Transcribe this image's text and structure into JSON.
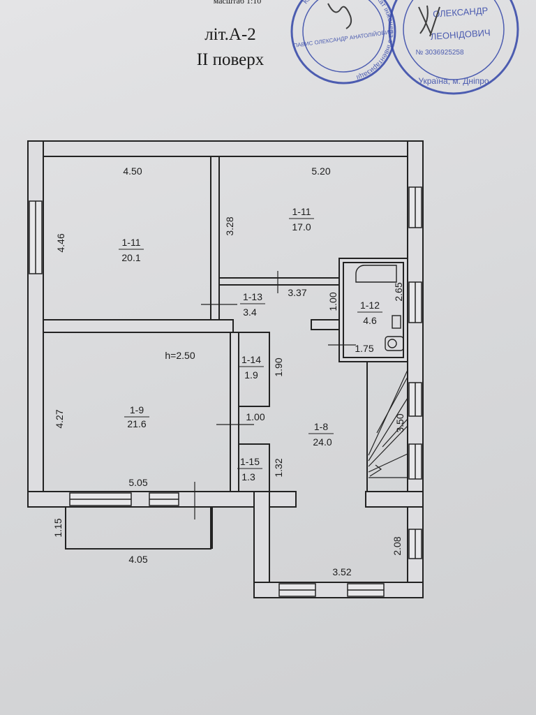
{
  "header": {
    "scale_fragment": "масштаб 1:10",
    "title_line1": "літ.А-2",
    "title_line2": "II поверх"
  },
  "stamps": {
    "left": {
      "ring_text": "Кваліфікаційний сертифікат інженера з інвентаризації",
      "name": "ПАВИС ОЛЕКСАНДР АНАТОЛІЙОВИЧ",
      "color": "#3346a8"
    },
    "right": {
      "name_line1": "ОЛЕКСАНДР",
      "name_line2": "ЛЕОНІДОВИЧ",
      "number": "№ 3036925258",
      "city": "Україна, м. Дніпро",
      "color": "#3346a8"
    }
  },
  "rooms": [
    {
      "id": "1-11",
      "area": "20.1"
    },
    {
      "id": "1-11",
      "area": "17.0"
    },
    {
      "id": "1-13",
      "area": "3.4"
    },
    {
      "id": "1-12",
      "area": "4.6"
    },
    {
      "id": "1-14",
      "area": "1.9"
    },
    {
      "id": "1-9",
      "area": "21.6"
    },
    {
      "id": "1-8",
      "area": "24.0"
    },
    {
      "id": "1-15",
      "area": "1.3"
    }
  ],
  "dimensions": {
    "top_left_width": "4.50",
    "top_right_width": "5.20",
    "left_height_top": "4.46",
    "room_1_11_b_height": "3.28",
    "corridor_width": "3.37",
    "corridor_height": "1.00",
    "bath_height": "2.65",
    "bath_width": "1.75",
    "ceiling_height": "h=2.50",
    "closet_1_14_height": "1.90",
    "closet_gap": "1.00",
    "left_height_bottom": "4.27",
    "stair_height": "3.50",
    "closet_1_15_height": "1.32",
    "bottom_left_width": "5.05",
    "balcony_depth": "1.15",
    "balcony_width": "4.05",
    "annex_height": "2.08",
    "annex_width": "3.52"
  },
  "colors": {
    "paper": "#dcdcdd",
    "ink": "#222222",
    "stamp": "#3346a8"
  }
}
